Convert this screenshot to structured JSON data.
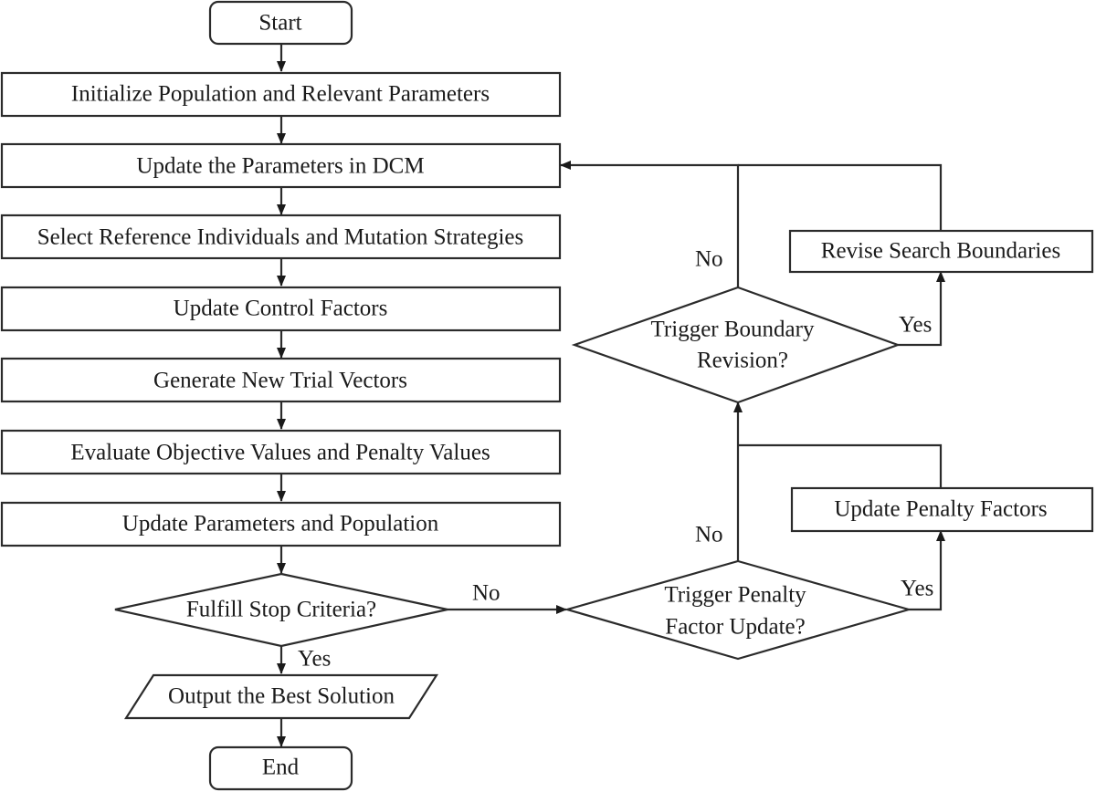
{
  "nodes": {
    "start": "Start",
    "init": "Initialize Population and Relevant Parameters",
    "update_dcm": "Update the Parameters in DCM",
    "select_ref": "Select Reference Individuals and Mutation Strategies",
    "update_control": "Update Control Factors",
    "generate_trial": "Generate New Trial Vectors",
    "evaluate": "Evaluate Objective Values and Penalty Values",
    "update_params_pop": "Update Parameters and Population",
    "stop_criteria": "Fulfill Stop Criteria?",
    "output_best": "Output the Best Solution",
    "end": "End",
    "penalty_decision": [
      "Trigger Penalty",
      "Factor Update?"
    ],
    "update_penalty": "Update Penalty Factors",
    "boundary_decision": [
      "Trigger Boundary",
      "Revision?"
    ],
    "revise_boundaries": "Revise Search Boundaries"
  },
  "edge_labels": {
    "stop_yes": "Yes",
    "stop_no": "No",
    "penalty_yes": "Yes",
    "penalty_no": "No",
    "boundary_yes": "Yes",
    "boundary_no": "No"
  }
}
